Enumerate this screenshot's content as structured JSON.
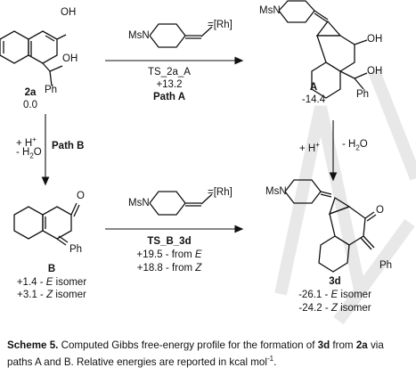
{
  "reagent_top": {
    "ring_label": "MsN",
    "metal": "=[Rh]"
  },
  "reagent_bottom": {
    "ring_label": "MsN",
    "metal": "=[Rh]"
  },
  "start": {
    "oh": "OH",
    "oh2": "OH",
    "ph": "Ph",
    "name": "2a",
    "energy": "0.0"
  },
  "ts_a": {
    "name": "TS_2a_A",
    "energy": "+13.2",
    "path": "Path A"
  },
  "prod_a": {
    "ring_label": "MsN",
    "oh": "OH",
    "oh2": "OH",
    "ph": "Ph",
    "name": "A",
    "energy": "-14.4"
  },
  "path_b": {
    "h": "+ H",
    "plus": "+",
    "water": "- H",
    "water_sub": "2",
    "water_o": "O",
    "label": "Path B"
  },
  "path_right": {
    "h": "+ H",
    "plus": "+",
    "water": "- H",
    "water_sub": "2",
    "water_o": "O"
  },
  "int_b": {
    "o": "O",
    "ph": "Ph",
    "name": "B",
    "e_iso": "+1.4 - ",
    "e_label": "E",
    "e_tail": " isomer",
    "z_iso": "+3.1 - ",
    "z_label": "Z",
    "z_tail": " isomer"
  },
  "ts_b": {
    "name": "TS_B_3d",
    "e_val": "+19.5 - from ",
    "e_label": "E",
    "z_val": "+18.8 - from ",
    "z_label": "Z"
  },
  "prod_3d": {
    "ring_label": "MsN",
    "o": "O",
    "ph": "Ph",
    "name": "3d",
    "e_iso": "-26.1 - ",
    "e_label": "E",
    "e_tail": " isomer",
    "z_iso": "-24.2 - ",
    "z_label": "Z",
    "z_tail": " isomer"
  },
  "caption": {
    "scheme": "Scheme 5.",
    "text1": " Computed Gibbs free-energy profile for the formation of ",
    "bold1": "3d",
    "text2": " from ",
    "bold2": "2a",
    "text3": " via paths A and B. Relative energies are reported in kcal mol",
    "sup": "-1",
    "text4": "."
  }
}
